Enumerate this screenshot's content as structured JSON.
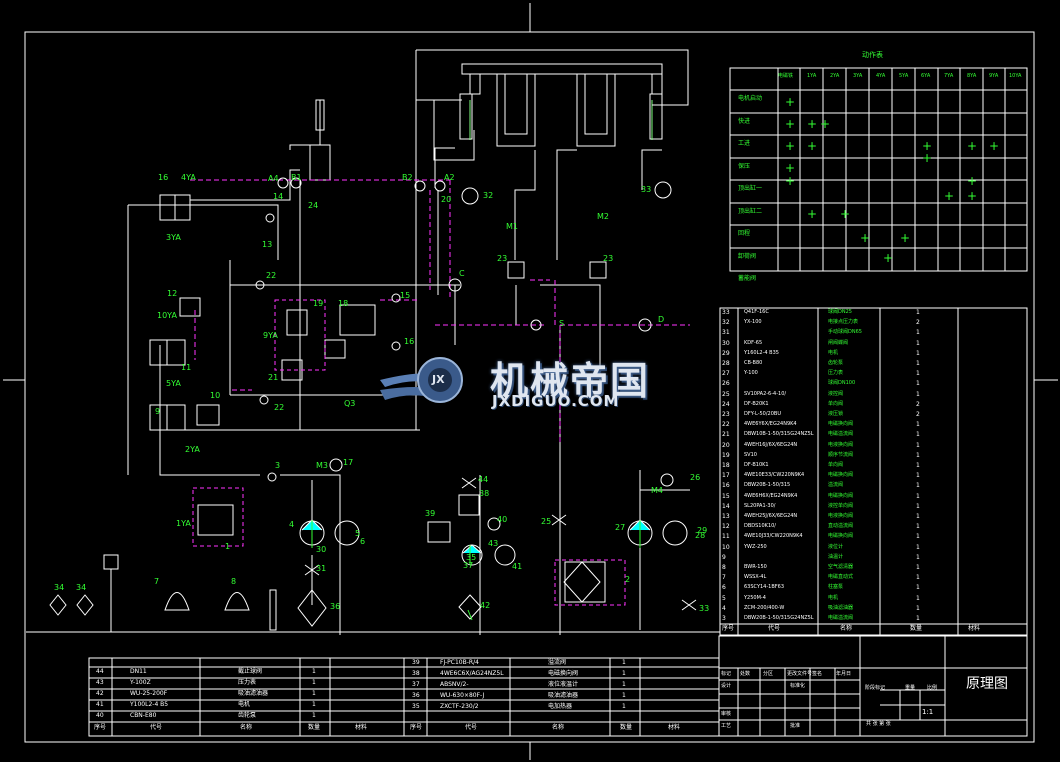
{
  "title_block": {
    "drawing_title": "原理图",
    "scale": "1:1"
  },
  "watermark": {
    "name_cn": "机械帝国",
    "name_en": "JXDIGUO.COM",
    "emblem_text": "JX"
  },
  "action_table": {
    "title": "动作表",
    "columns": [
      "电磁铁",
      "1YA",
      "2YA",
      "3YA",
      "4YA",
      "5YA",
      "6YA",
      "7YA",
      "8YA",
      "9YA",
      "10YA"
    ],
    "rows": [
      "电机启动",
      "快进",
      "工进",
      "保压",
      "顶出缸一",
      "顶出缸二",
      "回程",
      "卸荷阀",
      "蓄能阀"
    ]
  },
  "labels": {
    "valve_left": "16",
    "yv4": "4YA",
    "yv3": "3YA",
    "n14": "14",
    "n13": "13",
    "n22a": "22",
    "n22b": "22",
    "n12": "12",
    "yv10": "10YA",
    "n11": "11",
    "yv5": "5YA",
    "n9": "9",
    "n10": "10",
    "yv2": "2YA",
    "n19": "19",
    "n18": "18",
    "n15": "15",
    "n16": "16",
    "yv9": "9YA",
    "n21": "21",
    "n3": "3",
    "m3": "M3",
    "n17": "17",
    "yv1": "1YA",
    "n1": "1",
    "n4": "4",
    "n5": "5",
    "n30": "30",
    "n31": "31",
    "n36": "36",
    "n7": "7",
    "n8": "8",
    "n34a": "34",
    "n34b": "34",
    "n44": "44",
    "n38": "38",
    "n39": "39",
    "n40": "40",
    "n41": "41",
    "n42": "42",
    "m4": "M4",
    "n26": "26",
    "n25": "25",
    "n27": "27",
    "n28": "28",
    "n2": "2",
    "n33": "33",
    "a4": "A4",
    "b1": "B1",
    "b2": "B2",
    "a2": "A2",
    "n32": "32",
    "n33b": "33",
    "m1": "M1",
    "m2": "M2",
    "n23a": "23",
    "n23b": "23",
    "c": "C",
    "d": "D",
    "s": "S",
    "q3": "Q3",
    "n6": "6",
    "n29": "29",
    "n24": "24",
    "n20": "20",
    "n35": "35",
    "n37": "37",
    "n43": "43"
  },
  "parts_list_right": {
    "rows": [
      [
        "33",
        "Q41F-16C",
        "球阀DN25",
        "1"
      ],
      [
        "32",
        "YX-100",
        "电接点压力表",
        "2"
      ],
      [
        "31",
        "",
        "手动球阀DN65",
        "1"
      ],
      [
        "30",
        "KDF-65",
        "闸阀蝶阀",
        "1"
      ],
      [
        "29",
        "Y160L2-4 B35",
        "电机",
        "1"
      ],
      [
        "28",
        "CB-B80",
        "齿轮泵",
        "1"
      ],
      [
        "27",
        "Y-100",
        "压力表",
        "1"
      ],
      [
        "26",
        "",
        "球阀DN100",
        "1"
      ],
      [
        "25",
        "SV10PA2-6-4-10/",
        "液控阀",
        "1"
      ],
      [
        "24",
        "DF-B20K1",
        "单向阀",
        "2"
      ],
      [
        "23",
        "DFY-L-50/20BU",
        "液压锁",
        "2"
      ],
      [
        "22",
        "4WE6Y6X/EG24N9K4",
        "电磁换向阀",
        "1"
      ],
      [
        "21",
        "DBW10B-1-50/315G24NZ5L",
        "电磁溢流阀",
        "1"
      ],
      [
        "20",
        "4WEH16J/6X/6EG24N",
        "电液换向阀",
        "1"
      ],
      [
        "19",
        "SV10",
        "顺序节流阀",
        "1"
      ],
      [
        "18",
        "DF-B10K1",
        "单向阀",
        "1"
      ],
      [
        "17",
        "4WE10E33/CW220N9K4",
        "电磁换向阀",
        "1"
      ],
      [
        "16",
        "DBW20B-1-50/315",
        "溢流阀",
        "1"
      ],
      [
        "15",
        "4WE6H6X/EG24N9K4",
        "电磁换向阀",
        "1"
      ],
      [
        "14",
        "SL20PA1-30/",
        "液控单向阀",
        "1"
      ],
      [
        "13",
        "4WEH25J/6X/6EG24N",
        "电液换向阀",
        "1"
      ],
      [
        "12",
        "DBDS10K10/",
        "直动溢流阀",
        "1"
      ],
      [
        "11",
        "4WE10J33/CW220N9K4",
        "电磁换向阀",
        "1"
      ],
      [
        "10",
        "YWZ-250",
        "液位计",
        "1"
      ],
      [
        "9",
        "",
        "油温计",
        "1"
      ],
      [
        "8",
        "BWR-150",
        "空气滤清器",
        "1"
      ],
      [
        "7",
        "WSSX-4L",
        "电磁直动式",
        "1"
      ],
      [
        "6",
        "63SCY14-1BF63",
        "柱塞泵",
        "1"
      ],
      [
        "5",
        "Y250M-4",
        "电机",
        "1"
      ],
      [
        "4",
        "ZCM-200/400-W",
        "吸油滤油器",
        "1"
      ],
      [
        "3",
        "DBW20B-1-50/315G24NZ5L",
        "电磁溢流阀",
        "1"
      ]
    ],
    "header": [
      "序号",
      "代号",
      "名称",
      "数量",
      "材料"
    ]
  },
  "parts_list_bottom": {
    "left": [
      [
        "44",
        "DN11",
        "截止球阀",
        "1"
      ],
      [
        "43",
        "Y-100Z",
        "压力表",
        "1"
      ],
      [
        "42",
        "WU-25-200F",
        "吸油滤油器",
        "1"
      ],
      [
        "41",
        "Y100L2-4 B5",
        "电机",
        "1"
      ],
      [
        "40",
        "CBN-E80",
        "齿轮泵",
        "1"
      ]
    ],
    "right": [
      [
        "39",
        "FJ-PC10B-R/4",
        "溢流阀",
        "1"
      ],
      [
        "38",
        "4WE6C6X/AG24NZ5L",
        "电磁换向阀",
        "1"
      ],
      [
        "37",
        "ABSNV/2-",
        "液位液温计",
        "1"
      ],
      [
        "36",
        "WU-630×80F-J",
        "吸油滤油器",
        "1"
      ],
      [
        "35",
        "ZXCTF-230/2",
        "电加热器",
        "1"
      ]
    ],
    "header": [
      "序号",
      "代号",
      "名称",
      "数量",
      "材料"
    ]
  },
  "title_block_fields": {
    "row1": [
      "标记",
      "处数",
      "分区",
      "更改文件号",
      "签名",
      "年月日"
    ],
    "design": "设计",
    "std": "标准化",
    "stage": "阶段标记",
    "weight": "重量",
    "scale_label": "比例",
    "check": "审核",
    "process": "工艺",
    "approve": "批准",
    "sheets": "共 张 第 张"
  }
}
